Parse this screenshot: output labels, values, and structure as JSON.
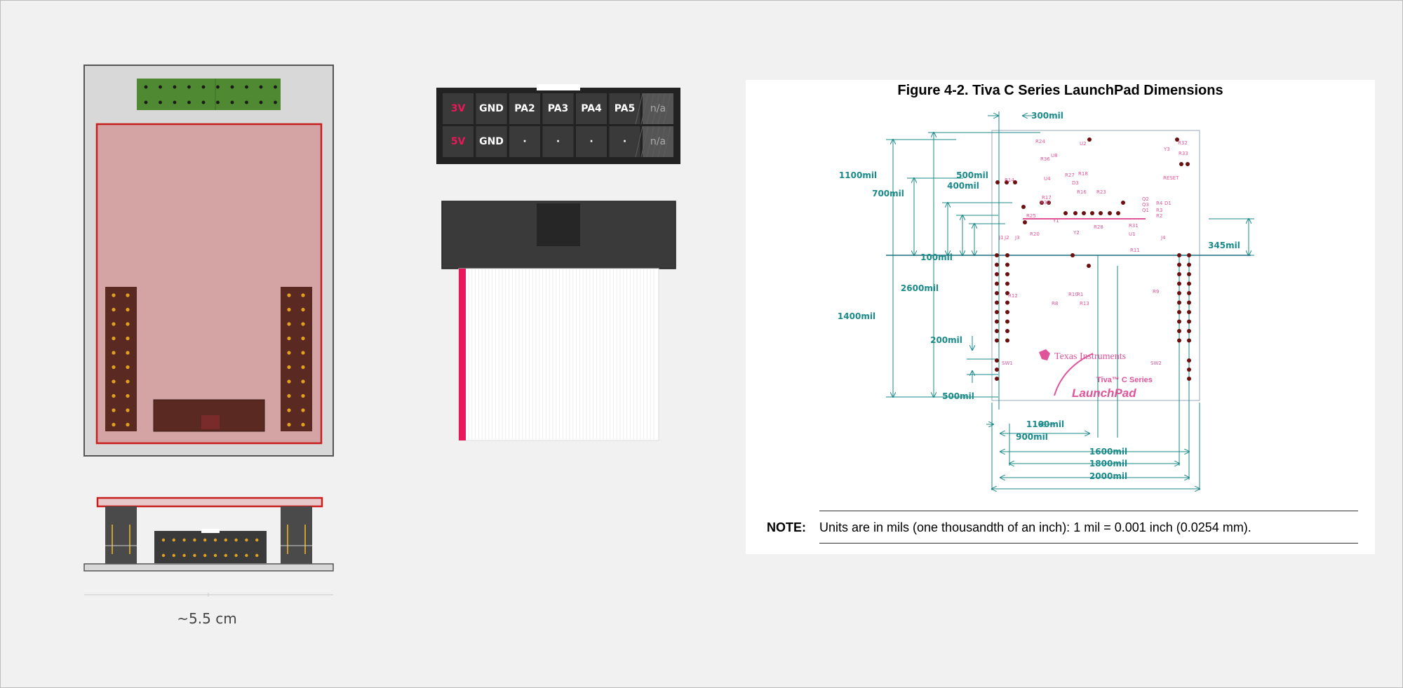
{
  "scale": {
    "label": "~5.5 cm"
  },
  "header_pins": {
    "row1": [
      "3V",
      "GND",
      "PA2",
      "PA3",
      "PA4",
      "PA5",
      "n/a"
    ],
    "row2": [
      "5V",
      "GND",
      "·",
      "·",
      "·",
      "·",
      "n/a"
    ],
    "colors": {
      "power": "#e8185a",
      "cell": "#3a3a3a",
      "na": "#555555",
      "text": "#ffffff",
      "na_text": "#aaaaaa"
    }
  },
  "figure": {
    "title": "Figure 4-2. Tiva C Series LaunchPad Dimensions",
    "dimensions": {
      "d300": "300mil",
      "d1100v": "1100mil",
      "d500": "500mil",
      "d700": "700mil",
      "d400": "400mil",
      "d345": "345mil",
      "d100": "100mil",
      "d2600": "2600mil",
      "d1400": "1400mil",
      "d200": "200mil",
      "d500b": "500mil",
      "d1100h": "1100mil",
      "d900": "900mil",
      "d1600": "1600mil",
      "d1800": "1800mil",
      "d2000": "2000mil"
    },
    "silkscreen": [
      "R24",
      "U2",
      "R32",
      "Y3",
      "R33",
      "R36",
      "U8",
      "R14",
      "U4",
      "R27",
      "R18",
      "D3",
      "R16",
      "R23",
      "R17",
      "R30",
      "RESET",
      "Q2",
      "Q3",
      "Q1",
      "R4",
      "D1",
      "R3",
      "R2",
      "R25",
      "Y1",
      "R20",
      "Y2",
      "R28",
      "R31",
      "U1",
      "R11",
      "R10",
      "R1",
      "R8",
      "R13",
      "R9",
      "R12",
      "J1",
      "J2",
      "J3",
      "J4",
      "SW1",
      "SW2"
    ],
    "logo": {
      "brand": "Texas Instruments",
      "series": "Tiva™ C Series",
      "product": "LaunchPad"
    },
    "colors": {
      "dim": "#1a8a8a",
      "silk": "#e0559a",
      "pad": "#6b0f0f"
    }
  },
  "note": {
    "label": "NOTE:",
    "text": "Units are in mils (one thousandth of an inch): 1 mil = 0.001 inch (0.0254 mm)."
  },
  "board_colors": {
    "board": "#d8d8d8",
    "pcb_red": "#c81e1e",
    "pcb_fill": "#d4a4a4",
    "green_header": "#4f8a33",
    "dark_header": "#5a2a22",
    "pin": "#e0a020"
  }
}
